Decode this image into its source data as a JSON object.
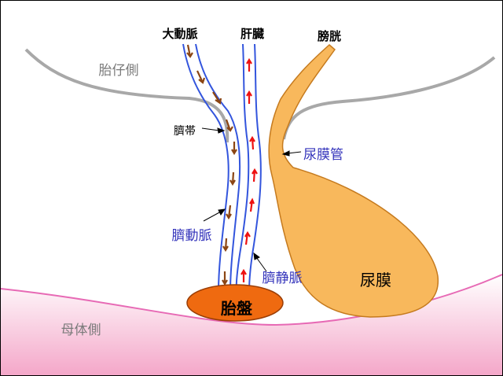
{
  "labels": {
    "aorta": "大動脈",
    "liver": "肝臓",
    "bladder": "膀胱",
    "fetal_side": "胎仔側",
    "umbilical_cord": "臍帯",
    "urachus": "尿膜管",
    "umbilical_artery": "臍動脈",
    "umbilical_vein": "臍静脈",
    "placenta": "胎盤",
    "allantois": "尿膜",
    "maternal_side": "母体側"
  },
  "colors": {
    "vessel": "#3355dd",
    "artery_arrow": "#8b4513",
    "vein_arrow": "#ee1111",
    "allantois_fill": "#f8b85c",
    "allantois_stroke": "#c57a1e",
    "placenta_fill": "#ef6a10",
    "placenta_stroke": "#9a3d05",
    "maternal_gradient_top": "#ffffff",
    "maternal_gradient_bottom": "#f4a7c9",
    "maternal_line": "#e76ab5",
    "fetal_line": "#a8a8a8",
    "blue_text": "#3333bb",
    "gray_text": "#7a7a7a"
  }
}
